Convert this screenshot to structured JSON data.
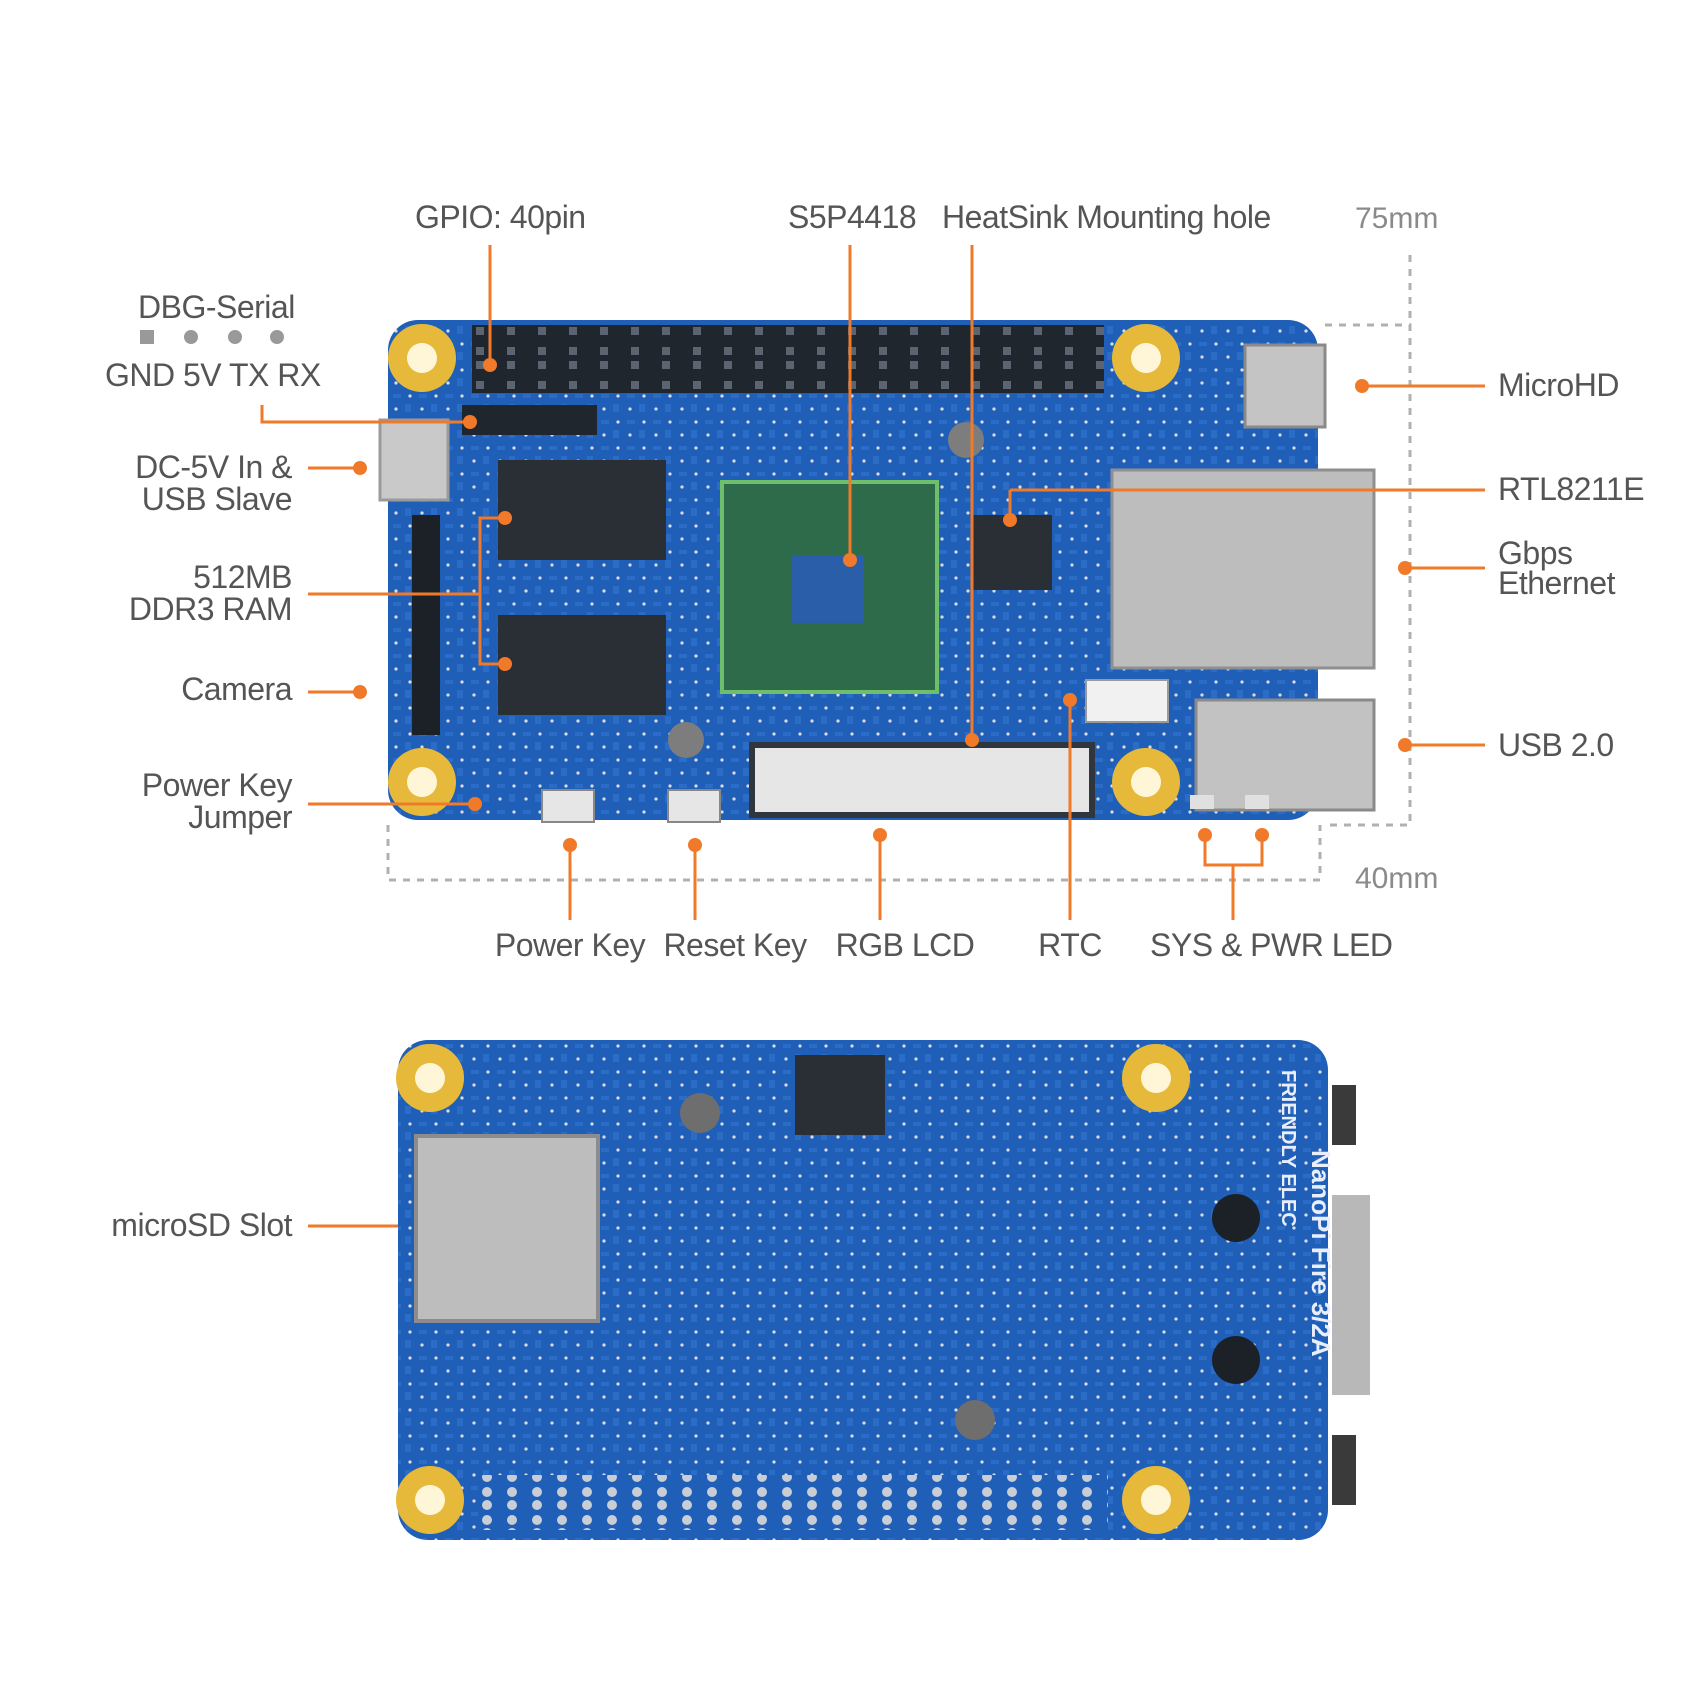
{
  "colors": {
    "pcb": "#1f5fb8",
    "pcb_dark": "#174a93",
    "trace": "#3a7fd6",
    "hole_gold": "#e6b93b",
    "callout": "#f07a2a",
    "dim_line": "#b0b0b0",
    "soc": "#2e6b4a",
    "metal": "#c8c8c8",
    "label": "#555555"
  },
  "top_view": {
    "gpio": "GPIO: 40pin",
    "soc": "S5P4418",
    "heatsink": "HeatSink Mounting hole",
    "dbg_title": "DBG-Serial",
    "dbg_pins": "GND 5V  TX  RX",
    "dc_in_line1": "DC-5V In &",
    "dc_in_line2": "USB Slave",
    "ram_line1": "512MB",
    "ram_line2": "DDR3 RAM",
    "camera": "Camera",
    "power_jumper_line1": "Power Key",
    "power_jumper_line2": "Jumper",
    "microhd": "MicroHD",
    "rtl": "RTL8211E",
    "eth_line1": "Gbps",
    "eth_line2": "Ethernet",
    "usb": "USB 2.0",
    "power_key": "Power Key",
    "reset_key": "Reset Key",
    "rgb_lcd": "RGB LCD",
    "rtc": "RTC",
    "led": "SYS & PWR LED",
    "dim_width": "75mm",
    "dim_height": "40mm"
  },
  "bottom_view": {
    "microsd": "microSD Slot",
    "silk_brand": "FRIENDLY ELEC",
    "silk_model": "NanoPi Fire 3/2A"
  }
}
